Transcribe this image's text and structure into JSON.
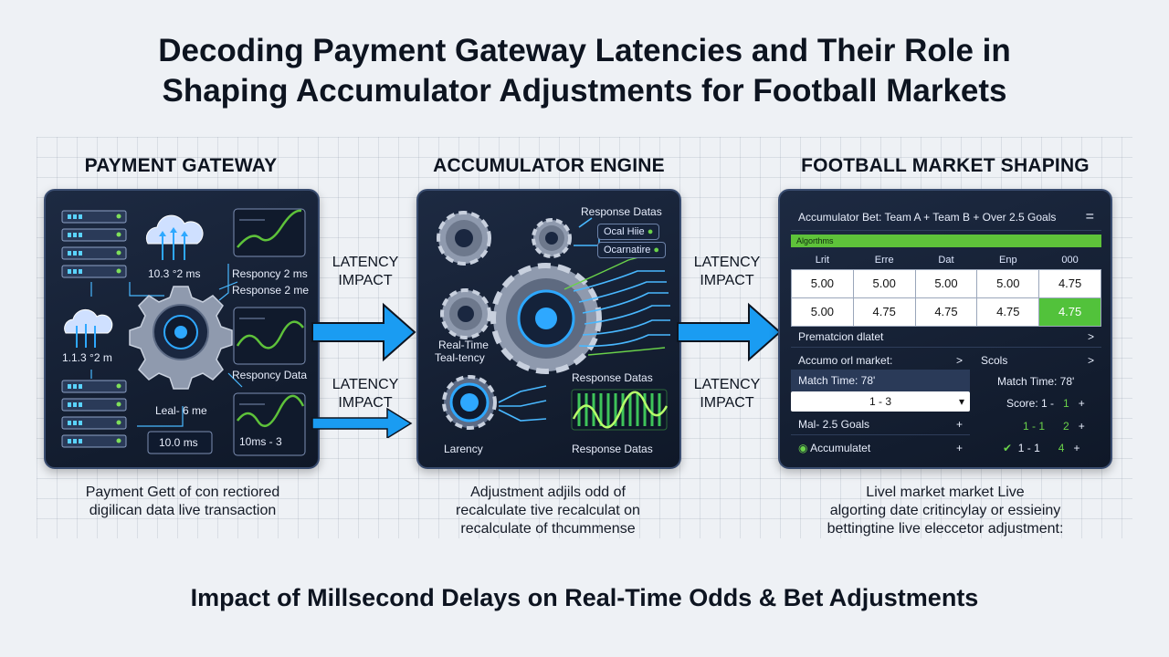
{
  "title_line1": "Decoding Payment Gateway Latencies and Their Role in",
  "title_line2": "Shaping Accumulator Adjustments for Football Markets",
  "columns": {
    "gateway": "PAYMENT GATEWAY",
    "engine": "ACCUMULATOR ENGINE",
    "market": "FOOTBALL MARKET SHAPING"
  },
  "latency_label_1": "LATENCY",
  "latency_label_2": "IMPACT",
  "gateway_panel": {
    "cloud_top_ms": "10.3 °2 ms",
    "cloud_left_ms": "1.1.3 °2 m",
    "response_1": "Responcy 2 ms",
    "response_2": "Response 2 me",
    "response_3": "Responcy Data",
    "leal": "Leal- 6 me",
    "box_ms": "10.0 ms",
    "chart_ms": "10ms - 3"
  },
  "engine_panel": {
    "response_datas_top": "Response Datas",
    "chip_1": "Ocal Hiie",
    "chip_2": "Ocarnatire",
    "real_time_1": "Real-Time",
    "real_time_2": "Teal-tency",
    "response_datas_mid": "Response Datas",
    "latency": "Larency",
    "response_datas_bottom": "Response Datas"
  },
  "market_panel": {
    "header": "Accumulator Bet: Team A + Team B + Over 2.5 Goals",
    "menu_icon": "=",
    "green_bar": "Algorthms",
    "table_headers": [
      "Lrit",
      "Erre",
      "Dat",
      "Enp",
      "000"
    ],
    "table_rows": [
      [
        "5.00",
        "5.00",
        "5.00",
        "5.00",
        "4.75"
      ],
      [
        "5.00",
        "4.75",
        "4.75",
        "4.75",
        "4.75"
      ]
    ],
    "prematch": "Prematcion dlatet",
    "prematch_arrow": ">",
    "accum_market": "Accumo orl market:",
    "accum_arrow": ">",
    "goals": "Scols",
    "goals_arrow": ">",
    "match_time_left": "Match Time: 78'",
    "select_value": "1 - 3",
    "select_caret": "▾",
    "mal_goals": "Mal- 2.5 Goals",
    "plus": "+",
    "accumulatet": "Accumulatet",
    "match_time_right": "Match Time: 78'",
    "score_label": "Score: 1 -",
    "score_1": "1",
    "r2_a": "1 - 1",
    "r2_b": "2",
    "r3_a": "1 - 1",
    "r3_b": "4"
  },
  "captions": {
    "gateway_1": "Payment Gett of con rectiored",
    "gateway_2": "digilican data live transaction",
    "engine_1": "Adjustment adjils odd of",
    "engine_2": "recalculate tive recalculat on",
    "engine_3": "recalculate of thcummense",
    "market_1": "Livel market market Live",
    "market_2": "algorting date critincylay or essieiny",
    "market_3": "bettingtine live eleccetor adjustment:"
  },
  "bottom_title": "Impact of Millsecond Delays on Real-Time Odds & Bet Adjustments"
}
